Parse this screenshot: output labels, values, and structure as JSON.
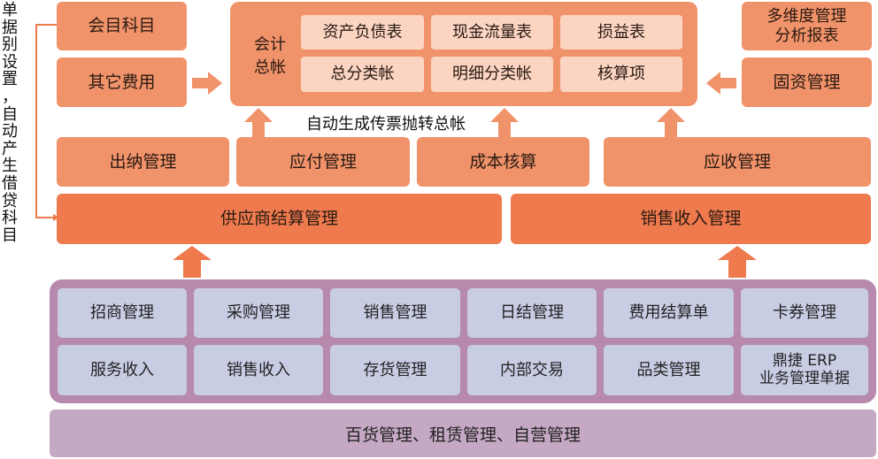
{
  "side_text": [
    "单",
    "据",
    "别",
    "设",
    "置",
    "，",
    "自",
    "动",
    "产",
    "生",
    "借",
    "贷",
    "科",
    "目"
  ],
  "left_top": {
    "subjects": "会目科目",
    "other_expenses": "其它费用"
  },
  "general_ledger": {
    "label_line1": "会计",
    "label_line2": "总帐",
    "reports": [
      "资产负债表",
      "现金流量表",
      "损益表",
      "总分类帐",
      "明细分类帐",
      "核算项"
    ]
  },
  "right_top": {
    "multi_dim_line1": "多维度管理",
    "multi_dim_line2": "分析报表",
    "fixed_assets": "固资管理"
  },
  "auto_gen_text": "自动生成传票抛转总帐",
  "modules": {
    "cashier": "出纳管理",
    "payable": "应付管理",
    "cost": "成本核算",
    "receivable": "应收管理"
  },
  "settlement": {
    "supplier": "供应商结算管理",
    "sales_income": "销售收入管理"
  },
  "business_grid": [
    "招商管理",
    "采购管理",
    "销售管理",
    "日结管理",
    "费用结算单",
    "卡券管理",
    "服务收入",
    "销售收入",
    "存货管理",
    "内部交易",
    "品类管理"
  ],
  "erp_cell": {
    "line1": "鼎捷 ERP",
    "line2": "业务管理单据"
  },
  "bottom_bar": "百货管理、租赁管理、自营管理"
}
